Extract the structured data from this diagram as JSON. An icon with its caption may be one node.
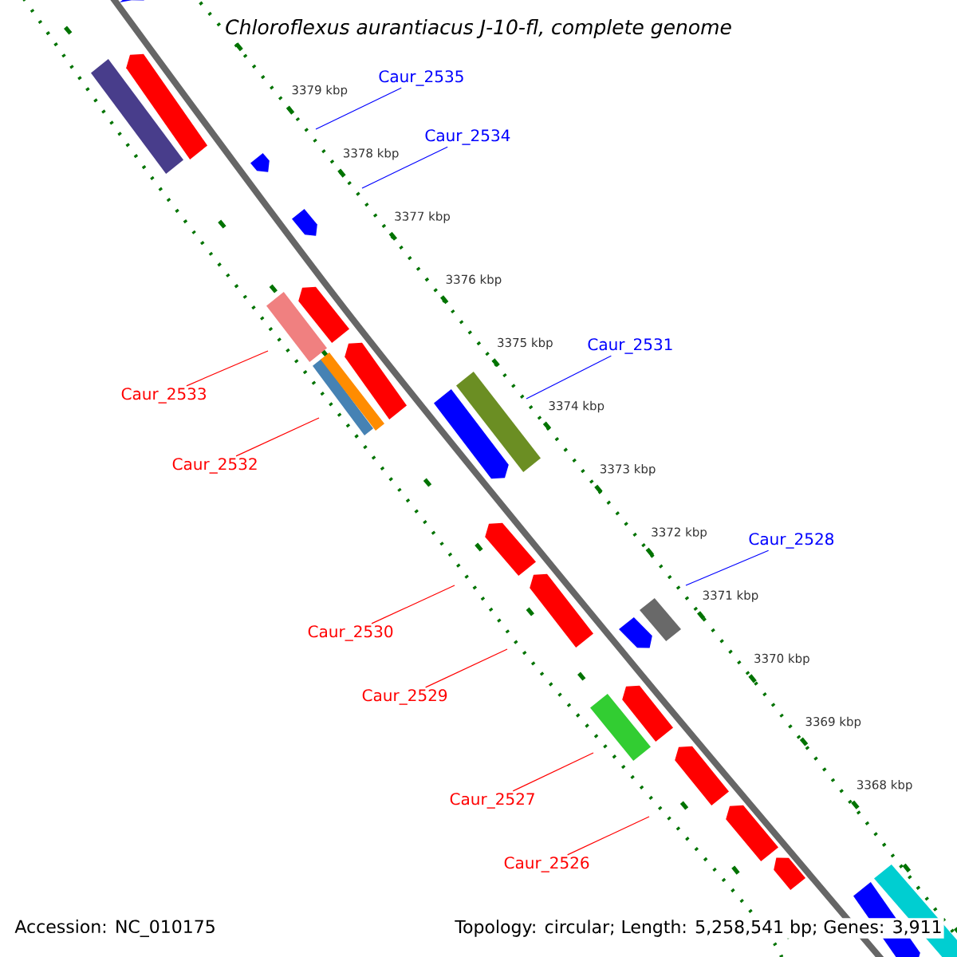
{
  "diagram": {
    "title": "Chloroflexus aurantiacus J-10-fl, complete genome",
    "nodes": [
      {
        "text": [
          "Caur_2535"
        ]
      },
      {
        "text": [
          "Caur_2534"
        ]
      },
      {
        "text": [
          "Caur_2531"
        ]
      },
      {
        "text": [
          "Caur_2533"
        ]
      },
      {
        "text": [
          "Caur_2532"
        ]
      },
      {
        "text": [
          "Caur_2528"
        ]
      },
      {
        "text": [
          "Caur_2530"
        ]
      },
      {
        "text": [
          "Caur_2529"
        ]
      },
      {
        "text": [
          "Caur_2527"
        ]
      },
      {
        "text": [
          "Caur_2526"
        ]
      }
    ],
    "edges": [
      {
        "from": 0,
        "to": null,
        "arrow": "none",
        "color": "#0000ff"
      },
      {
        "from": 1,
        "to": null,
        "arrow": "none",
        "color": "#0000ff"
      },
      {
        "from": 2,
        "to": null,
        "arrow": "none",
        "color": "#0000ff"
      },
      {
        "from": 3,
        "to": null,
        "arrow": "none"
      },
      {
        "from": 4,
        "to": null,
        "arrow": "none"
      },
      {
        "from": 5,
        "to": null,
        "arrow": "none",
        "color": "#0000ff"
      },
      {
        "from": 6,
        "to": null,
        "arrow": "none"
      },
      {
        "from": 7,
        "to": null,
        "arrow": "none"
      },
      {
        "from": 8,
        "to": null,
        "arrow": "none"
      },
      {
        "from": 9,
        "to": null,
        "arrow": "none"
      }
    ],
    "labels": [
      "3379 kbp",
      "3378 kbp",
      "3377 kbp",
      "3376 kbp",
      "3375 kbp",
      "3374 kbp",
      "3373 kbp",
      "3372 kbp",
      "3371 kbp",
      "3370 kbp",
      "3369 kbp",
      "3368 kbp",
      "Accession: NC_010175",
      "Topology: circular; Length: 5,258,541 bp; Genes: 3,911"
    ]
  }
}
